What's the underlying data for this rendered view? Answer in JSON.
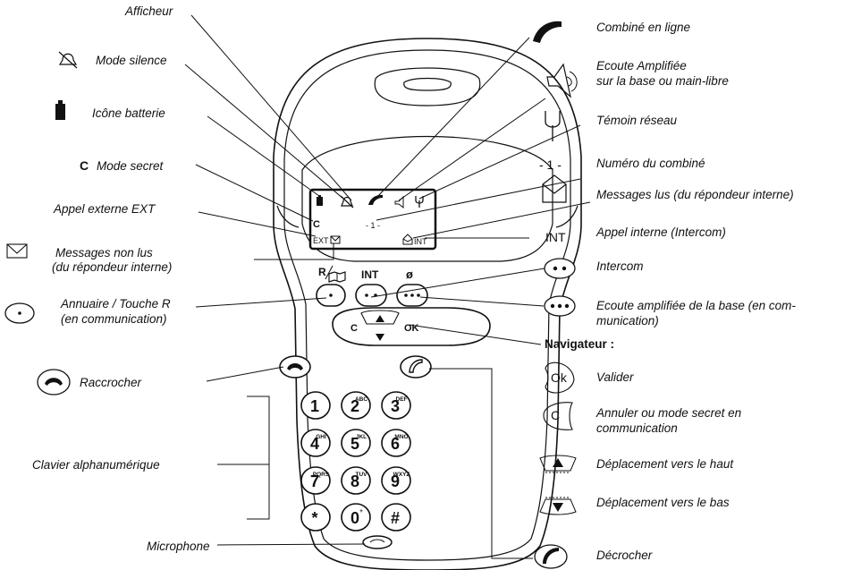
{
  "labels": {
    "afficheur": "Afficheur",
    "mode_silence": "Mode silence",
    "icone_batterie": "Icône batterie",
    "mode_secret": "Mode secret",
    "mode_secret_symbol": "C",
    "appel_externe": "Appel externe EXT",
    "messages_non_lus_1": "Messages non lus",
    "messages_non_lus_2": "(du répondeur interne)",
    "annuaire_1": "Annuaire / Touche R",
    "annuaire_2": "(en communication)",
    "raccrocher": "Raccrocher",
    "clavier": "Clavier alphanumérique",
    "microphone": "Microphone",
    "combine_en_ligne": "Combiné en ligne",
    "ecoute_amplifiee_1": "Ecoute Amplifiée",
    "ecoute_amplifiee_2": "sur la base ou main-libre",
    "temoin_reseau": "Témoin réseau",
    "numero_combine_symbol": "- 1 -",
    "numero_combine": "Numéro du combiné",
    "messages_lus": "Messages lus (du répondeur interne)",
    "int_symbol": "INT",
    "appel_interne": "Appel interne (Intercom)",
    "intercom": "Intercom",
    "ecoute_base_1": "Ecoute  amplifiée de la base (en com-",
    "ecoute_base_2": "munication)",
    "navigateur": "Navigateur :",
    "valider": "Valider",
    "annuler_1": "Annuler ou mode secret en",
    "annuler_2": "communication",
    "haut": "Déplacement vers le haut",
    "bas": "Déplacement vers le bas",
    "decrocher": "Décrocher"
  },
  "lcd": {
    "number": "- 1 -",
    "ext": "EXT",
    "int": "INT",
    "secret": "C"
  },
  "phone_keys": {
    "r_label": "R",
    "int_label": "INT",
    "conf_label": "ø",
    "c": "C",
    "ok": "OK",
    "digits": [
      "1",
      "2",
      "3",
      "4",
      "5",
      "6",
      "7",
      "8",
      "9",
      "*",
      "0",
      "#"
    ],
    "letters": [
      "",
      "ABC",
      "DEF",
      "GHI",
      "JKL",
      "MNO",
      "PQRS",
      "TUV",
      "WXYZ",
      "",
      "+",
      ""
    ]
  },
  "icon_symbols": {
    "ok": "Ok",
    "c": "C"
  }
}
